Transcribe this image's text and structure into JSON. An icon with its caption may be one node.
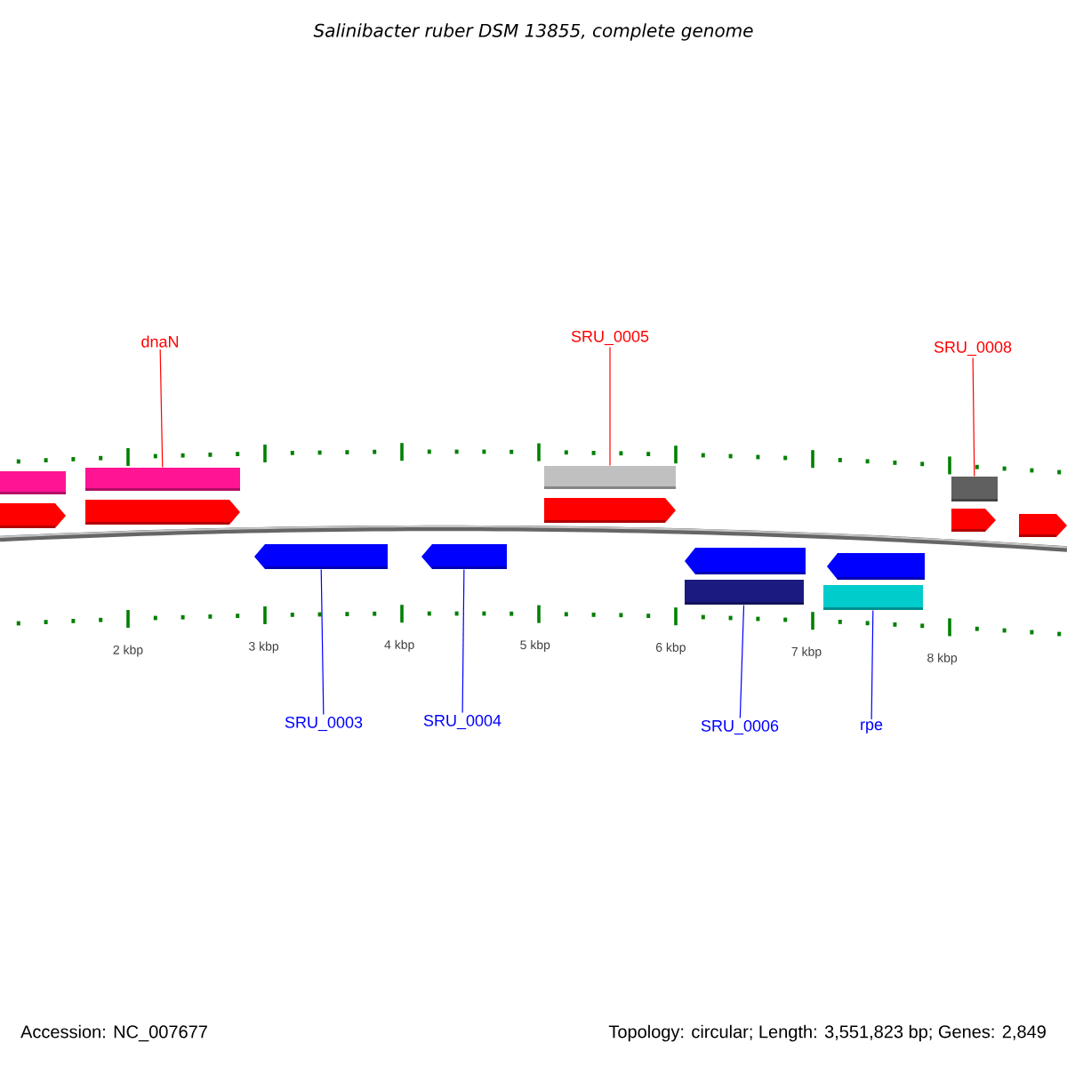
{
  "diagram": {
    "title": "Salinibacter ruber DSM 13855, complete genome",
    "nodes": [
      {
        "text": [
          "dnaN"
        ]
      },
      {
        "text": [
          "SRU_0005"
        ]
      },
      {
        "text": [
          "SRU_0008"
        ]
      },
      {
        "text": [],
        "shape": "bar"
      },
      {
        "text": [],
        "shape": "bar"
      },
      {
        "text": [],
        "shape": "bar"
      },
      {
        "text": [],
        "shape": "bar"
      },
      {
        "text": [],
        "shape": "arrow"
      },
      {
        "text": [],
        "shape": "arrow"
      },
      {
        "text": [],
        "shape": "arrow"
      },
      {
        "text": [],
        "shape": "arrow"
      },
      {
        "text": [],
        "shape": "arrow"
      },
      {
        "text": [],
        "shape": "arrow"
      },
      {
        "text": [],
        "shape": "arrow"
      },
      {
        "text": [],
        "shape": "arrow"
      },
      {
        "text": [],
        "shape": "arrow"
      },
      {
        "text": [],
        "shape": "bar"
      },
      {
        "text": [],
        "shape": "bar"
      },
      {
        "text": [
          "SRU_0003"
        ]
      },
      {
        "text": [
          "SRU_0004"
        ]
      },
      {
        "text": [
          "SRU_0006"
        ]
      },
      {
        "text": [
          "rpe"
        ]
      }
    ],
    "edges": [
      {
        "from": 0,
        "to": 4,
        "arrow": "none",
        "color": "#ff0000"
      },
      {
        "from": 1,
        "to": 5,
        "arrow": "none",
        "color": "#ff0000"
      },
      {
        "from": 2,
        "to": 6,
        "arrow": "none",
        "color": "#ff0000"
      },
      {
        "from": 18,
        "to": 12,
        "arrow": "none"
      },
      {
        "from": 19,
        "to": 13,
        "arrow": "none"
      },
      {
        "from": 20,
        "to": 16,
        "arrow": "none"
      },
      {
        "from": 21,
        "to": 17,
        "arrow": "none"
      }
    ],
    "labels": [
      "2 kbp",
      "3 kbp",
      "4 kbp",
      "5 kbp",
      "6 kbp",
      "7 kbp",
      "8 kbp",
      "Accession: NC_007677",
      "Topology: circular; Length: 3,551,823 bp; Genes: 2,849"
    ]
  }
}
